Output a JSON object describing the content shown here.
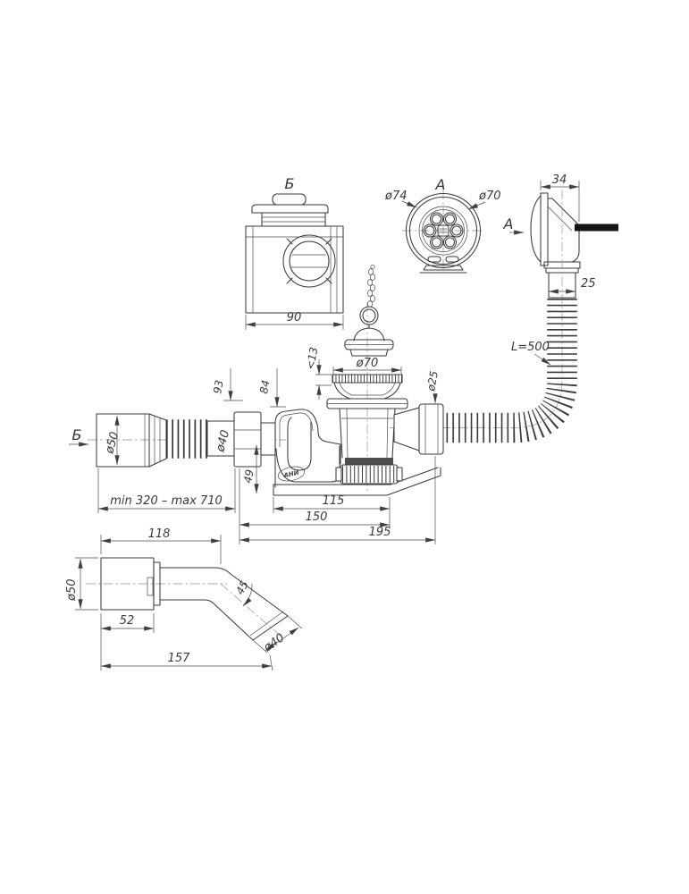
{
  "views": {
    "top_view_label": "Б",
    "front_view_label": "А",
    "section_arrow_a": "А",
    "section_arrow_b": "Б"
  },
  "dims": {
    "b_width": "90",
    "a_outer": "ø74",
    "a_inner": "ø70",
    "overflow_width": "34",
    "overflow_pipe": "25",
    "hose_length": "L=500",
    "inlet_d": "ø50",
    "tube_d": "ø40",
    "h93": "93",
    "h84": "84",
    "lip": "<13",
    "drain_flange": "ø70",
    "overflow_hose_d": "ø25",
    "h49": "49",
    "telescopic": "min 320 – max 710",
    "w115": "115",
    "w150": "150",
    "w195": "195",
    "ad_top": "118",
    "ad_d": "ø50",
    "ad_socket": "52",
    "ad_angle": "45",
    "ad_out_d": "ø40",
    "ad_len": "157"
  },
  "logo": "АНИ",
  "colors": {
    "line": "#3a3a3a",
    "centerline": "#8f8f8f",
    "cut_bar": "#161616"
  }
}
